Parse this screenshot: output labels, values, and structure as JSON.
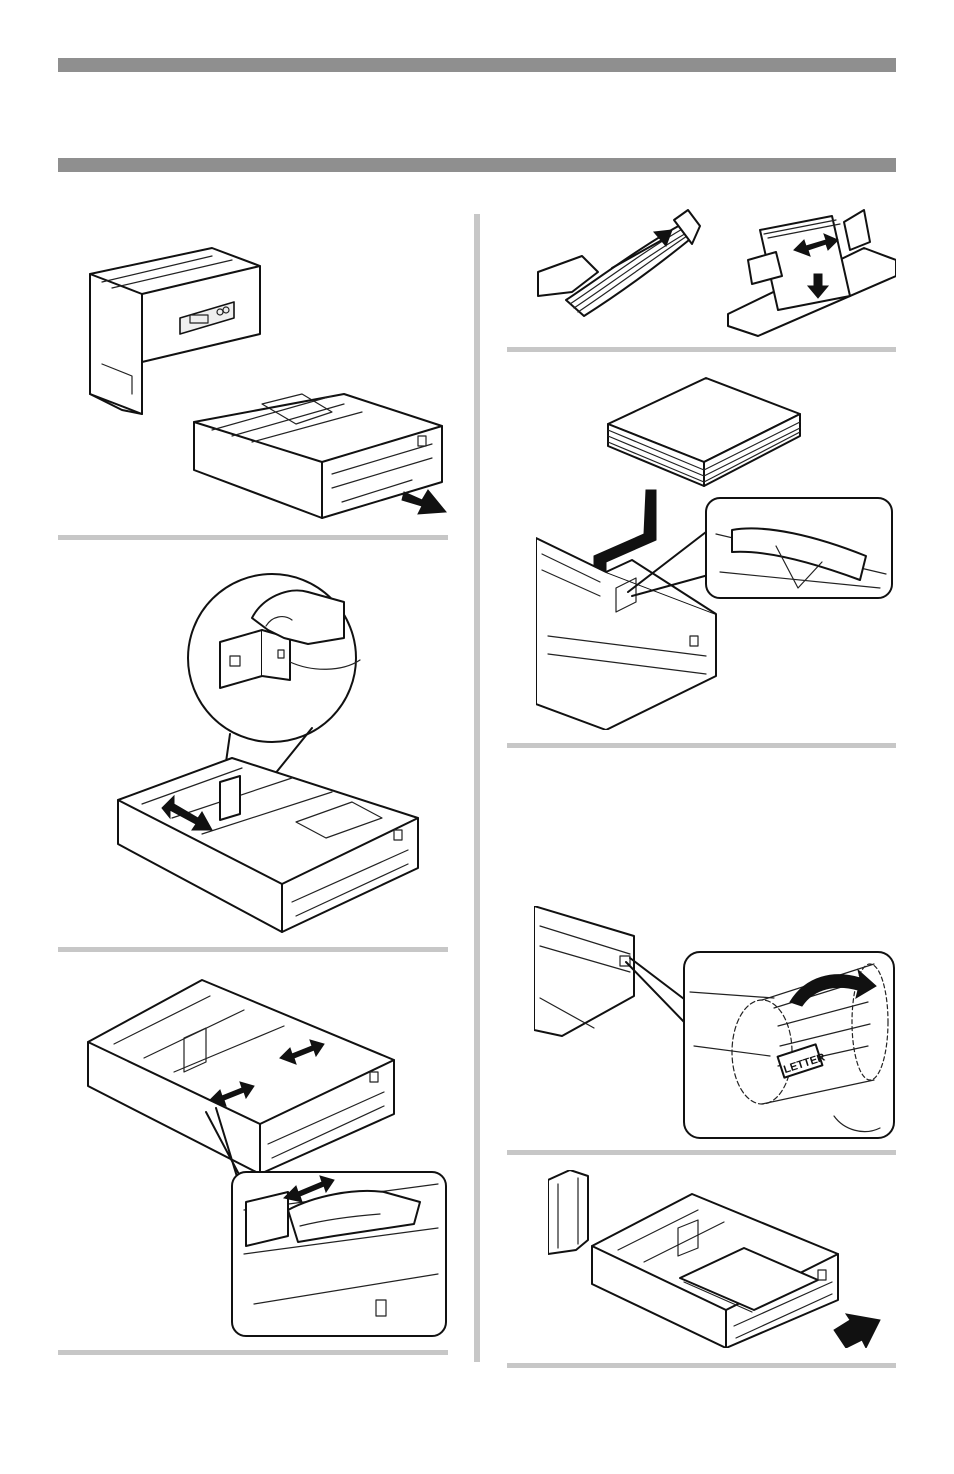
{
  "page": {
    "header_bars": 2,
    "figures": [
      {
        "id": "fig-1",
        "name": "printer-tray-removal-illustration",
        "icon": "remove-paper-tray-icon"
      },
      {
        "id": "fig-2",
        "name": "rear-stopper-adjust-illustration",
        "icon": "paper-stopper-slide-icon"
      },
      {
        "id": "fig-3",
        "name": "side-guide-adjust-illustration",
        "icon": "paper-guide-slide-icon"
      },
      {
        "id": "fig-4",
        "name": "fan-paper-stack-illustration",
        "icon": "fan-paper-icon"
      },
      {
        "id": "fig-5",
        "name": "load-paper-illustration",
        "icon": "load-paper-stack-icon"
      },
      {
        "id": "fig-6",
        "name": "paper-size-dial-illustration",
        "icon": "paper-size-dial-icon"
      },
      {
        "id": "fig-7",
        "name": "insert-tray-illustration",
        "icon": "insert-paper-tray-icon"
      }
    ],
    "dial_label": "LETTER"
  },
  "colors": {
    "header_bar": "#8f8f8f",
    "divider": "#c7c7c7",
    "line_art": "#111111"
  }
}
